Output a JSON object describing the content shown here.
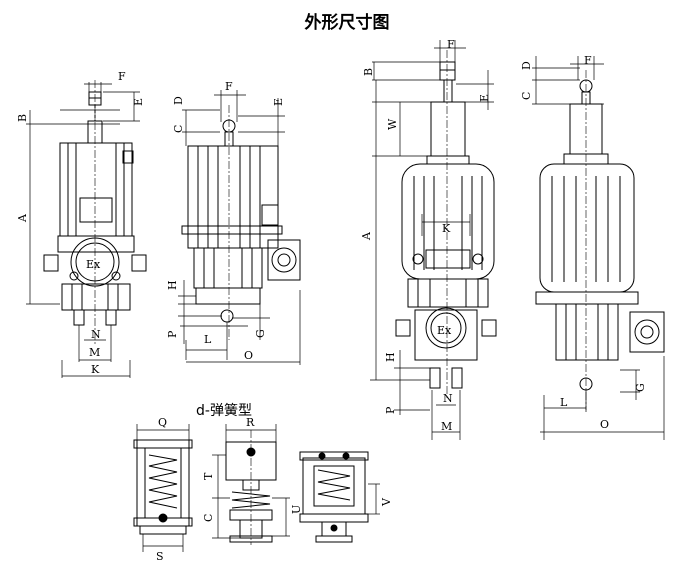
{
  "title": "外形尺寸图",
  "subtitle": "d-弹簧型",
  "ex_mark": "Ex",
  "dimension_labels": {
    "A": "A",
    "B": "B",
    "C": "C",
    "D": "D",
    "E": "E",
    "F": "F",
    "G": "G",
    "H": "H",
    "K": "K",
    "L": "L",
    "M": "M",
    "N": "N",
    "O": "O",
    "P": "P",
    "Q": "Q",
    "R": "R",
    "S": "S",
    "T": "T",
    "U": "U",
    "V": "V",
    "W": "W"
  }
}
